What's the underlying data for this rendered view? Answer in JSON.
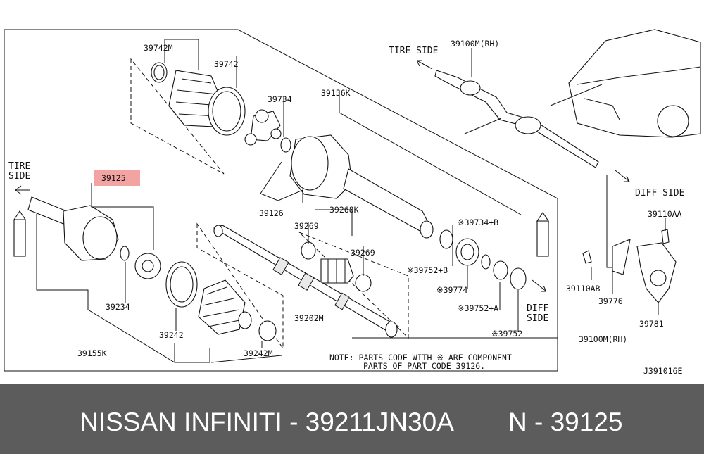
{
  "highlight_color": "#f4a3a3",
  "footer": {
    "bg_color": "#5c5c5c",
    "left_text": "NISSAN  INFINITI - 39211JN30A",
    "right_text": "N - 39125"
  },
  "diagram": {
    "code": "J391016E",
    "direction_labels": {
      "tire_side_left_1": "TIRE",
      "tire_side_left_2": "SIDE",
      "tire_side_top": "TIRE SIDE",
      "diff_side_right": "DIFF SIDE",
      "diff_side_lower_1": "DIFF",
      "diff_side_lower_2": "SIDE"
    },
    "note_line1": "NOTE: PARTS CODE WITH ※ ARE COMPONENT",
    "note_line2": "PARTS OF PART CODE 39126.",
    "parts": {
      "p39742M": "39742M",
      "p39742": "39742",
      "p39734": "39734",
      "p39156K": "39156K",
      "p39100M_RH_top": "39100M(RH)",
      "p39125": "39125",
      "p39126": "39126",
      "p39268K": "39268K",
      "p39269a": "39269",
      "p39269b": "39269",
      "p39734B": "※39734+B",
      "p39752B": "※39752+B",
      "p39774": "※39774",
      "p39752A": "※39752+A",
      "p39752": "※39752",
      "p39234": "39234",
      "p39242": "39242",
      "p39242M": "39242M",
      "p39202M": "39202M",
      "p39155K": "39155K",
      "p39100M_RH_bottom": "39100M(RH)",
      "p39110AA": "39110AA",
      "p39110AB": "39110AB",
      "p39776": "39776",
      "p39781": "39781"
    }
  }
}
